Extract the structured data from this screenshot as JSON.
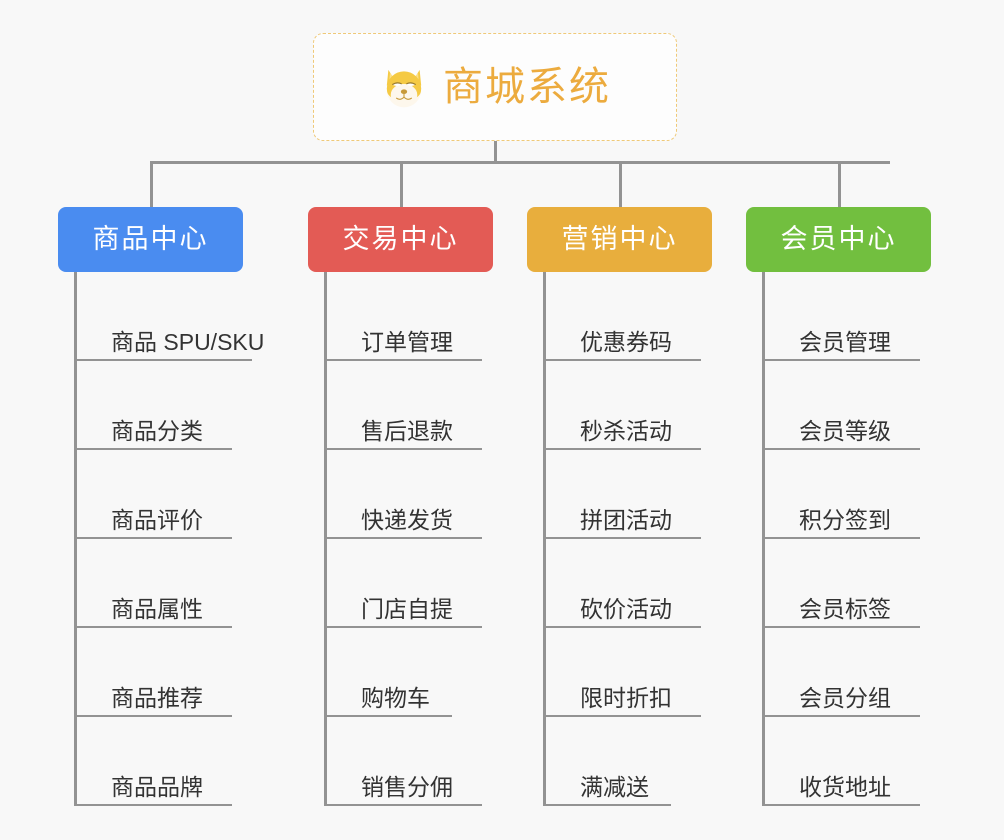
{
  "page": {
    "background_color": "#f8f8f8",
    "type": "mind-map"
  },
  "root": {
    "title": "商城系统",
    "icon": "shiba-dog-face-icon",
    "text_color": "#ecab3e",
    "border_color": "#efc978",
    "background_color": "#fdfdfd"
  },
  "connector_color": "#939393",
  "branches": [
    {
      "label": "商品中心",
      "color": "#4a8cf0",
      "items": [
        "商品 SPU/SKU",
        "商品分类",
        "商品评价",
        "商品属性",
        "商品推荐",
        "商品品牌"
      ]
    },
    {
      "label": "交易中心",
      "color": "#e35b55",
      "items": [
        "订单管理",
        "售后退款",
        "快递发货",
        "门店自提",
        "购物车",
        "销售分佣"
      ]
    },
    {
      "label": "营销中心",
      "color": "#e8ae3d",
      "items": [
        "优惠券码",
        "秒杀活动",
        "拼团活动",
        "砍价活动",
        "限时折扣",
        "满减送"
      ]
    },
    {
      "label": "会员中心",
      "color": "#72bf3f",
      "items": [
        "会员管理",
        "会员等级",
        "积分签到",
        "会员标签",
        "会员分组",
        "收货地址"
      ]
    }
  ]
}
